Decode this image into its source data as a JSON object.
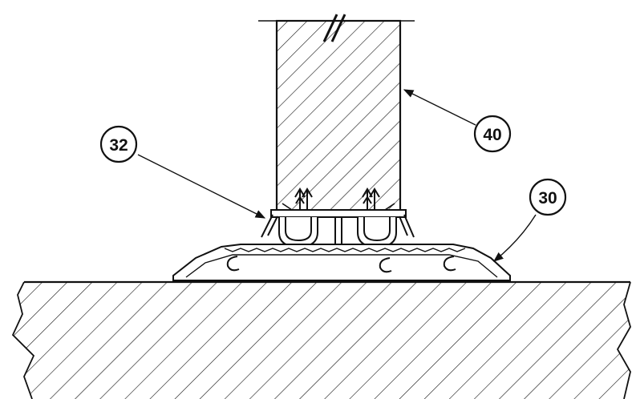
{
  "colors": {
    "ink": "#111111",
    "paper": "#ffffff"
  },
  "callouts": [
    {
      "id": "32",
      "label": "32"
    },
    {
      "id": "40",
      "label": "40"
    },
    {
      "id": "30",
      "label": "30"
    }
  ]
}
